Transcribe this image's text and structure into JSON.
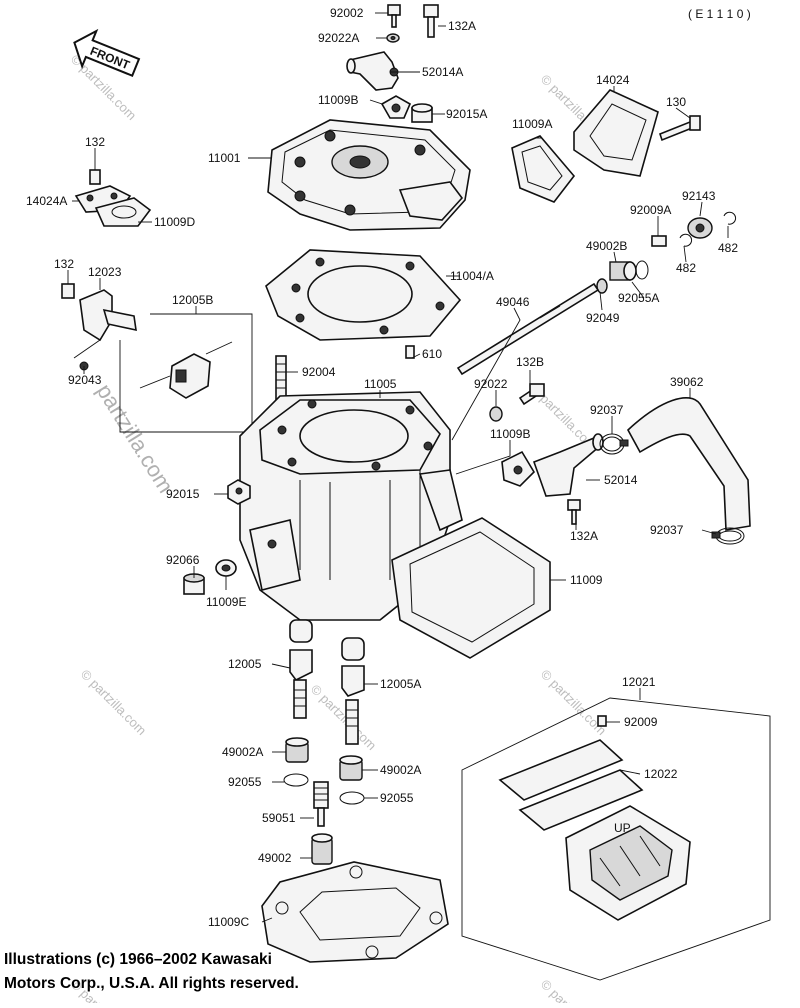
{
  "diagram": {
    "code": "( E 1 1 1 0 )",
    "front_label": "FRONT",
    "watermark": "© partzilla.com",
    "watermark_big": "partzilla.com",
    "copyright_line1": "Illustrations (c) 1966–2002 Kawasaki",
    "copyright_line2": "Motors Corp., U.S.A.  All rights reserved."
  },
  "labels": {
    "l_92002": "92002",
    "l_132A_top": "132A",
    "l_92022A": "92022A",
    "l_52014A": "52014A",
    "l_11009B_top": "11009B",
    "l_92015A": "92015A",
    "l_11001": "11001",
    "l_132_left": "132",
    "l_14024A": "14024A",
    "l_11009D": "11009D",
    "l_11009A": "11009A",
    "l_14024": "14024",
    "l_130": "130",
    "l_92143": "92143",
    "l_92009A": "92009A",
    "l_482_a": "482",
    "l_482_b": "482",
    "l_49002B": "49002B",
    "l_92055A": "92055A",
    "l_92049": "92049",
    "l_11004A": "11004/A",
    "l_610": "610",
    "l_49046": "49046",
    "l_132_mid": "132",
    "l_12023": "12023",
    "l_12005B": "12005B",
    "l_92043": "92043",
    "l_92004": "92004",
    "l_11005": "11005",
    "l_92022": "92022",
    "l_132B": "132B",
    "l_39062": "39062",
    "l_92037_a": "92037",
    "l_11009B_mid": "11009B",
    "l_52014": "52014",
    "l_92015": "92015",
    "l_132A_mid": "132A",
    "l_92037_b": "92037",
    "l_92066": "92066",
    "l_11009E": "11009E",
    "l_11009": "11009",
    "l_12005": "12005",
    "l_12005A": "12005A",
    "l_12021": "12021",
    "l_92009": "92009",
    "l_12022": "12022",
    "l_49002A_l": "49002A",
    "l_49002A_r": "49002A",
    "l_92055_l": "92055",
    "l_92055_r": "92055",
    "l_59051": "59051",
    "l_49002": "49002",
    "l_11009C": "11009C"
  }
}
